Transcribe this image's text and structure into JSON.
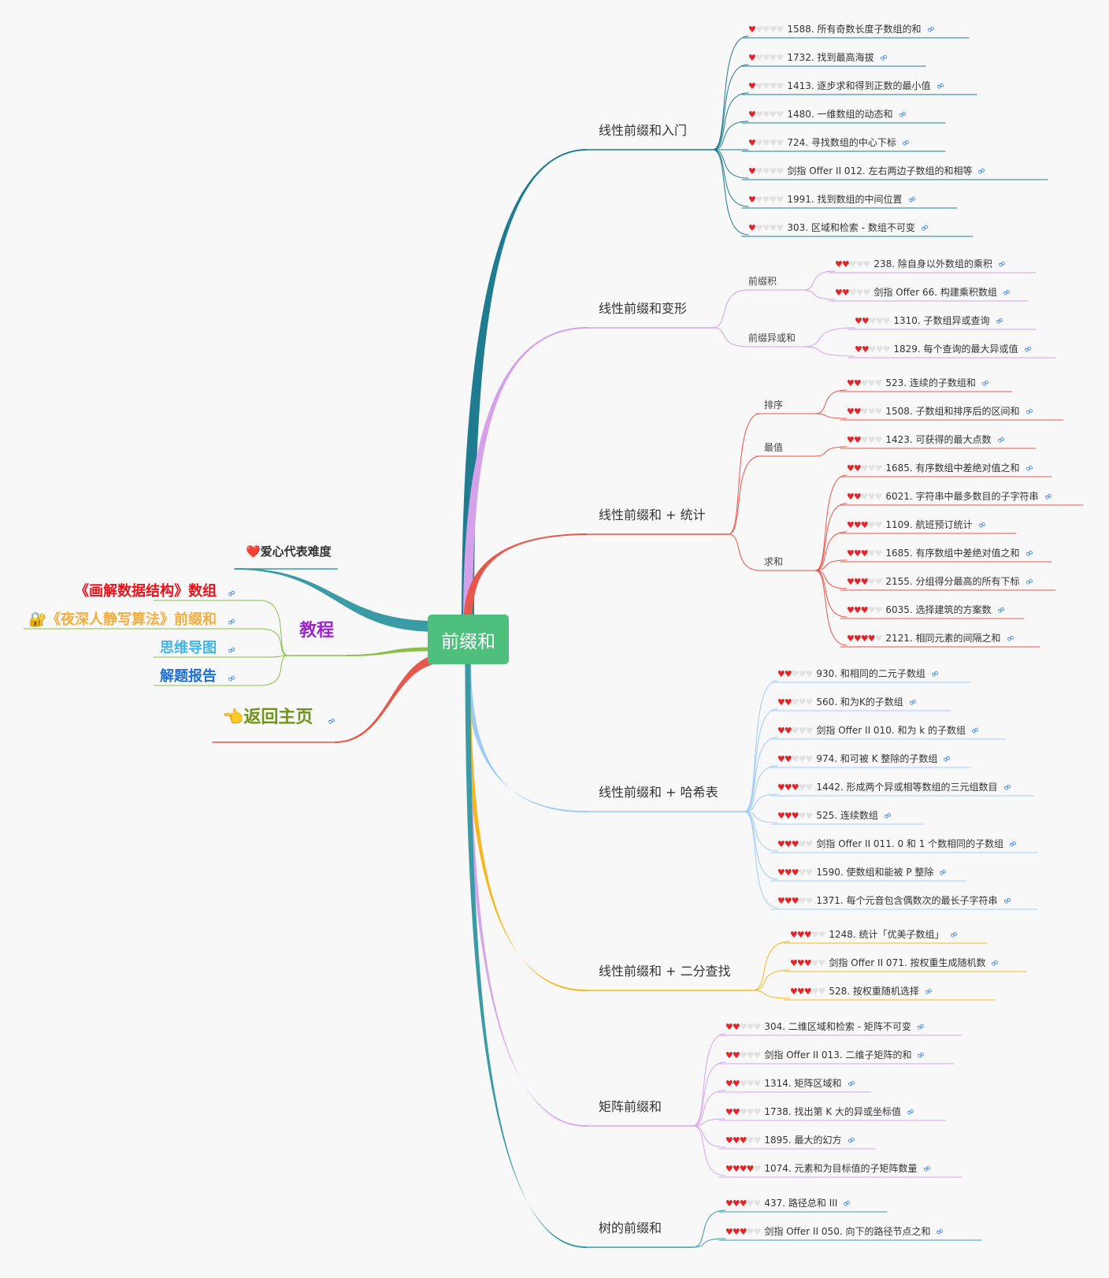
{
  "colors": {
    "teal": "#1e7c8e",
    "purple": "#d4a1ea",
    "red": "#e6574c",
    "blue": "#9ecbf5",
    "yellow": "#f6b71e",
    "lilac": "#d5a6ea",
    "teal2": "#3a9ba5",
    "green": "#8ac048",
    "root": "#4fbf7d"
  },
  "root": {
    "label": "前缀和"
  },
  "left": {
    "legend": {
      "label": "❤️爱心代表难度"
    },
    "tutorial": {
      "label": "教程",
      "items": [
        {
          "label": "《画解数据结构》数组",
          "color": "#e8121a"
        },
        {
          "label": "🔐《夜深人静写算法》前缀和",
          "color": "#f2ae3d"
        },
        {
          "label": "思维导图",
          "color": "#3fb6e8"
        },
        {
          "label": "解题报告",
          "color": "#1f6fd1"
        }
      ]
    },
    "home": {
      "label": "👈返回主页"
    }
  },
  "branches": [
    {
      "label": "线性前缀和入门",
      "leaves": [
        {
          "hearts": 1,
          "text": "1588. 所有奇数长度子数组的和"
        },
        {
          "hearts": 1,
          "text": "1732. 找到最高海拔"
        },
        {
          "hearts": 1,
          "text": "1413. 逐步求和得到正数的最小值"
        },
        {
          "hearts": 1,
          "text": "1480. 一维数组的动态和"
        },
        {
          "hearts": 1,
          "text": "724. 寻找数组的中心下标"
        },
        {
          "hearts": 1,
          "text": "剑指 Offer II 012. 左右两边子数组的和相等"
        },
        {
          "hearts": 1,
          "text": "1991. 找到数组的中间位置"
        },
        {
          "hearts": 1,
          "text": "303. 区域和检索 - 数组不可变"
        }
      ]
    },
    {
      "label": "线性前缀和变形",
      "subgroups": [
        {
          "label": "前缀积",
          "leaves": [
            {
              "hearts": 2,
              "text": "238. 除自身以外数组的乘积"
            },
            {
              "hearts": 2,
              "text": "剑指 Offer 66. 构建乘积数组"
            }
          ]
        },
        {
          "label": "前缀异或和",
          "leaves": [
            {
              "hearts": 2,
              "text": "1310. 子数组异或查询"
            },
            {
              "hearts": 2,
              "text": "1829. 每个查询的最大异或值"
            }
          ]
        }
      ]
    },
    {
      "label": "线性前缀和 + 统计",
      "subgroups": [
        {
          "label": "排序",
          "leaves": [
            {
              "hearts": 2,
              "text": "523. 连续的子数组和"
            },
            {
              "hearts": 2,
              "text": "1508. 子数组和排序后的区间和"
            }
          ]
        },
        {
          "label": "最值",
          "leaves": [
            {
              "hearts": 2,
              "text": "1423. 可获得的最大点数"
            }
          ]
        },
        {
          "label": "求和",
          "leaves": [
            {
              "hearts": 2,
              "text": "1685. 有序数组中差绝对值之和"
            },
            {
              "hearts": 2,
              "text": "6021. 字符串中最多数目的子字符串"
            },
            {
              "hearts": 3,
              "text": "1109. 航班预订统计"
            },
            {
              "hearts": 3,
              "text": "1685. 有序数组中差绝对值之和"
            },
            {
              "hearts": 3,
              "text": "2155. 分组得分最高的所有下标"
            },
            {
              "hearts": 3,
              "text": "6035. 选择建筑的方案数"
            },
            {
              "hearts": 4,
              "text": "2121. 相同元素的间隔之和"
            }
          ]
        }
      ]
    },
    {
      "label": "线性前缀和 + 哈希表",
      "leaves": [
        {
          "hearts": 2,
          "text": "930. 和相同的二元子数组"
        },
        {
          "hearts": 2,
          "text": "560. 和为K的子数组"
        },
        {
          "hearts": 2,
          "text": "剑指 Offer II 010. 和为 k 的子数组"
        },
        {
          "hearts": 2,
          "text": "974. 和可被 K 整除的子数组"
        },
        {
          "hearts": 3,
          "text": "1442. 形成两个异或相等数组的三元组数目"
        },
        {
          "hearts": 3,
          "text": "525. 连续数组"
        },
        {
          "hearts": 3,
          "text": "剑指 Offer II 011. 0 和 1 个数相同的子数组"
        },
        {
          "hearts": 3,
          "text": "1590. 使数组和能被 P 整除"
        },
        {
          "hearts": 3,
          "text": "1371. 每个元音包含偶数次的最长子字符串"
        }
      ]
    },
    {
      "label": "线性前缀和 + 二分查找",
      "leaves": [
        {
          "hearts": 3,
          "text": "1248. 统计「优美子数组」"
        },
        {
          "hearts": 3,
          "text": "剑指 Offer II 071. 按权重生成随机数"
        },
        {
          "hearts": 3,
          "text": "528. 按权重随机选择"
        }
      ]
    },
    {
      "label": "矩阵前缀和",
      "leaves": [
        {
          "hearts": 2,
          "text": "304. 二维区域和检索 - 矩阵不可变"
        },
        {
          "hearts": 2,
          "text": "剑指 Offer II 013. 二维子矩阵的和"
        },
        {
          "hearts": 2,
          "text": "1314. 矩阵区域和"
        },
        {
          "hearts": 2,
          "text": "1738. 找出第 K 大的异或坐标值"
        },
        {
          "hearts": 3,
          "text": "1895. 最大的幻方"
        },
        {
          "hearts": 4,
          "text": "1074. 元素和为目标值的子矩阵数量"
        }
      ]
    },
    {
      "label": "树的前缀和",
      "leaves": [
        {
          "hearts": 3,
          "text": "437. 路径总和 III"
        },
        {
          "hearts": 3,
          "text": "剑指 Offer II 050. 向下的路径节点之和"
        }
      ]
    }
  ]
}
